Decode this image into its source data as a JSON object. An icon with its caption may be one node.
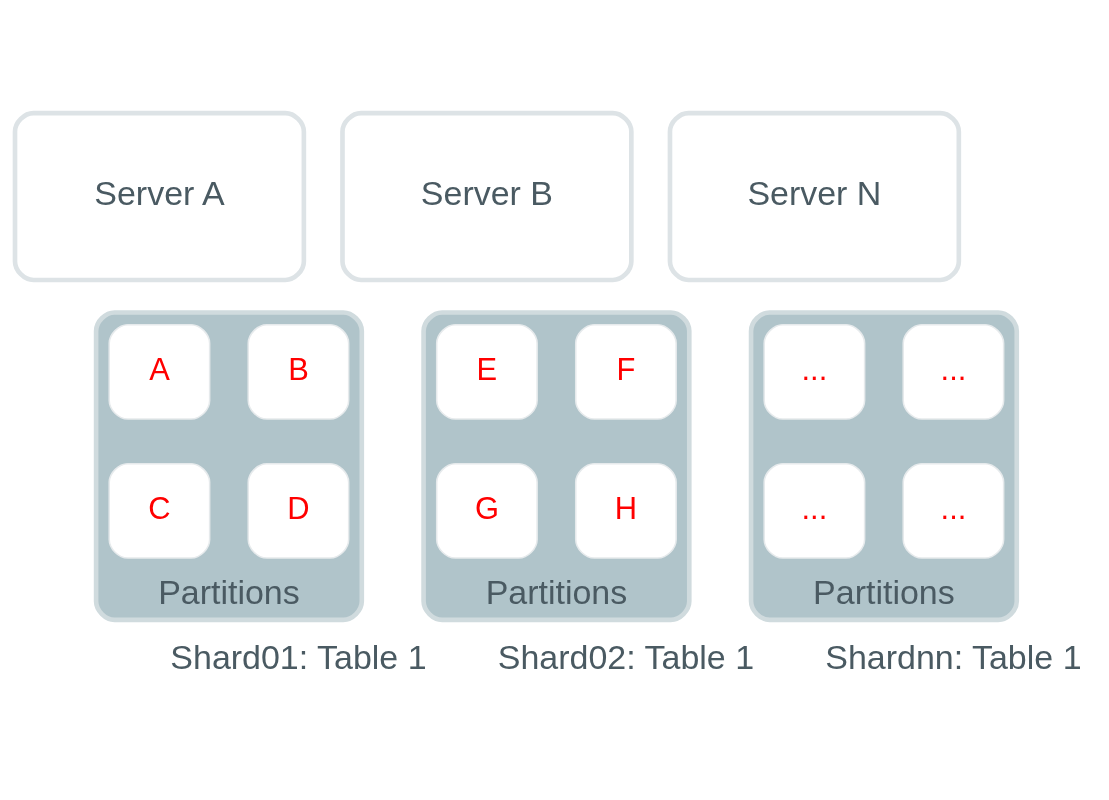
{
  "diagram": {
    "nodes": [
      {
        "text": [
          "Server A"
        ]
      },
      {
        "text": [
          "Partitions"
        ],
        "beside": [
          "Shard01: Table 1"
        ]
      },
      {
        "text": [
          "A"
        ],
        "in": 1
      },
      {
        "text": [
          "B"
        ],
        "in": 1
      },
      {
        "text": [
          "C"
        ],
        "in": 1
      },
      {
        "text": [
          "D"
        ],
        "in": 1
      },
      {
        "text": [
          "Server B"
        ]
      },
      {
        "text": [
          "Partitions"
        ],
        "beside": [
          "Shard02: Table 1"
        ]
      },
      {
        "text": [
          "E"
        ],
        "in": 7
      },
      {
        "text": [
          "F"
        ],
        "in": 7
      },
      {
        "text": [
          "G"
        ],
        "in": 7
      },
      {
        "text": [
          "H"
        ],
        "in": 7
      },
      {
        "text": [
          "Server N"
        ]
      },
      {
        "text": [
          "Partitions"
        ],
        "beside": [
          "Shardnn: Table 1"
        ]
      },
      {
        "text": [
          "..."
        ],
        "in": 13
      },
      {
        "text": [
          "..."
        ],
        "in": 13
      },
      {
        "text": [
          "..."
        ],
        "in": 13
      },
      {
        "text": [
          "..."
        ],
        "in": 13
      }
    ],
    "edges": []
  }
}
